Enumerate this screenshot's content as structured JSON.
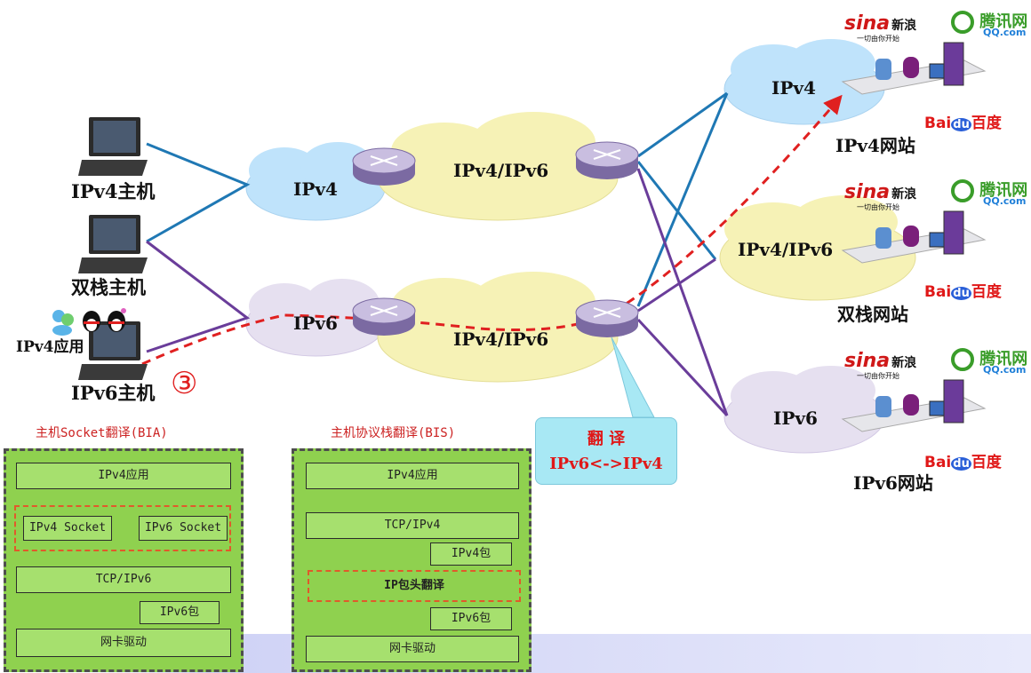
{
  "hosts": {
    "ipv4_host": "IPv4主机",
    "dual_host": "双栈主机",
    "ipv6_host": "IPv6主机",
    "ipv4_app": "IPv4应用",
    "step_marker": "③"
  },
  "clouds": {
    "left_ipv4": "IPv4",
    "left_ipv6": "IPv6",
    "mid_top": "IPv4/IPv6",
    "mid_bottom": "IPv4/IPv6",
    "right_ipv4": "IPv4",
    "right_dual": "IPv4/IPv6",
    "right_ipv6": "IPv6"
  },
  "sites": {
    "ipv4_site": "IPv4网站",
    "dual_site": "双栈网站",
    "ipv6_site": "IPv6网站"
  },
  "logos": {
    "sina": "sina",
    "sina_cn": "新浪",
    "sina_slogan": "一切由你开始",
    "qq": "腾讯网",
    "qq_url": "QQ.com",
    "baidu": "Bai",
    "baidu_paw": "du",
    "baidu_cn": "百度"
  },
  "callout": {
    "line1": "翻 译",
    "line2": "IPv6<->IPv4"
  },
  "bia_panel": {
    "title": "主机Socket翻译(BIA)",
    "app": "IPv4应用",
    "ipv4_socket": "IPv4 Socket",
    "ipv6_socket": "IPv6 Socket",
    "tcp": "TCP/IPv6",
    "packet": "IPv6包",
    "driver": "网卡驱动"
  },
  "bis_panel": {
    "title": "主机协议栈翻译(BIS)",
    "app": "IPv4应用",
    "tcp": "TCP/IPv4",
    "ipv4_packet": "IPv4包",
    "header_translate": "IP包头翻译",
    "ipv6_packet": "IPv6包",
    "driver": "网卡驱动"
  },
  "colors": {
    "ipv4_link": "#1f78b4",
    "ipv6_link": "#6a3d9a",
    "path": "#e02020",
    "panel": "#8fd14f",
    "callout": "#a8e8f4"
  }
}
